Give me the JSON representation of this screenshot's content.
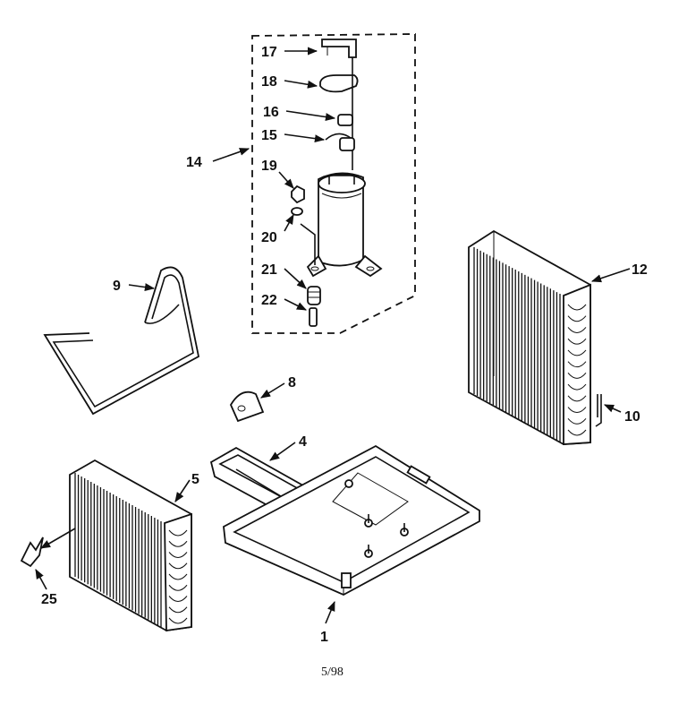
{
  "callouts": {
    "c17": "17",
    "c18": "18",
    "c16": "16",
    "c15": "15",
    "c14": "14",
    "c19": "19",
    "c20": "20",
    "c21": "21",
    "c22": "22",
    "c9": "9",
    "c12": "12",
    "c8": "8",
    "c10": "10",
    "c4": "4",
    "c5": "5",
    "c25": "25",
    "c1": "1"
  },
  "footer": {
    "date": "5/98"
  }
}
